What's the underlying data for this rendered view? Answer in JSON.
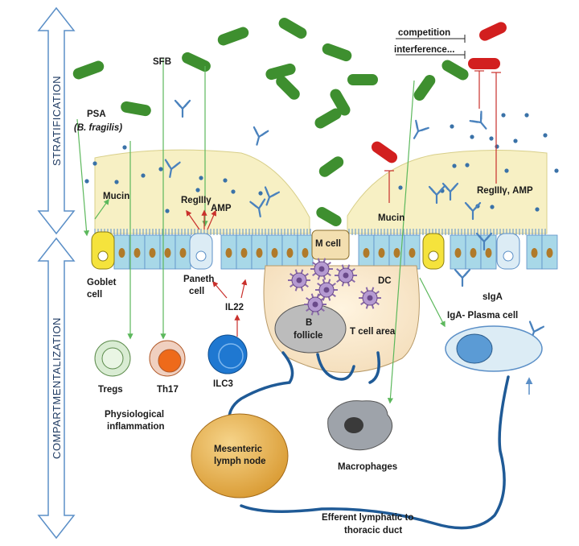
{
  "side_labels": {
    "stratification": "STRATIFICATION",
    "compartmentalization": "COMPARTMENTALIZATION"
  },
  "labels": {
    "competition": "competition",
    "interference": "interference...",
    "sfb": "SFB",
    "psa": "PSA",
    "b_fragilis": "(B. fragilis)",
    "mucin_left": "Mucin",
    "reg3_left": "RegIIIγ",
    "amp_left": "AMP",
    "mucin_right": "Mucin",
    "reg3_amp_right": "RegIIIγ, AMP",
    "goblet_1": "Goblet",
    "goblet_2": "cell",
    "paneth_1": "Paneth",
    "paneth_2": "cell",
    "m_cell": "M cell",
    "dc": "DC",
    "il22": "IL22",
    "siga": "sIgA",
    "iga_plasma": "IgA- Plasma cell",
    "b_follicle_1": "B",
    "b_follicle_2": "follicle",
    "t_cell_area": "T cell area",
    "tregs": "Tregs",
    "th17": "Th17",
    "ilc3": "ILC3",
    "phys_1": "Physiological",
    "phys_2": "inflammation",
    "mln_1": "Mesenteric",
    "mln_2": "lymph node",
    "macrophages": "Macrophages",
    "efferent_1": "Efferent lymphatic to",
    "efferent_2": "thoracic duct"
  },
  "colors": {
    "commensal": "#3e8f2f",
    "pathogen": "#d21f1f",
    "mucus": "#f7f0c4",
    "epithelium": "#a8d8e8",
    "nucleus": "#b07a2a",
    "lymphatic": "#1f5a96",
    "green_arrow": "#5cb85c",
    "red_arrow": "#c9302c",
    "arrow_blue": "#5b8fc7"
  }
}
